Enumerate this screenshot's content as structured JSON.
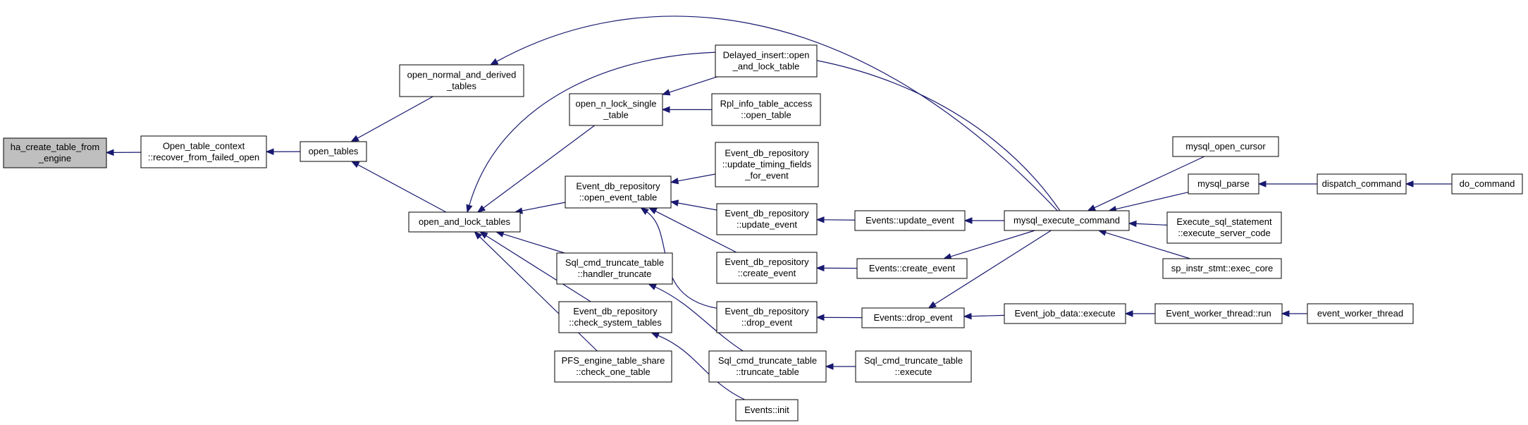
{
  "diagram": {
    "type": "call-graph",
    "nodes": [
      {
        "id": "n0",
        "lines": [
          "ha_create_table_from",
          "_engine"
        ],
        "root": true
      },
      {
        "id": "n1",
        "lines": [
          "Open_table_context",
          "::recover_from_failed_open"
        ]
      },
      {
        "id": "n2",
        "lines": [
          "open_tables"
        ]
      },
      {
        "id": "n3",
        "lines": [
          "open_normal_and_derived",
          "_tables"
        ]
      },
      {
        "id": "n4",
        "lines": [
          "open_and_lock_tables"
        ]
      },
      {
        "id": "n5",
        "lines": [
          "open_n_lock_single",
          "_table"
        ]
      },
      {
        "id": "n6",
        "lines": [
          "Event_db_repository",
          "::open_event_table"
        ]
      },
      {
        "id": "n7",
        "lines": [
          "Sql_cmd_truncate_table",
          "::handler_truncate"
        ]
      },
      {
        "id": "n8",
        "lines": [
          "Event_db_repository",
          "::check_system_tables"
        ]
      },
      {
        "id": "n9",
        "lines": [
          "PFS_engine_table_share",
          "::check_one_table"
        ]
      },
      {
        "id": "n10",
        "lines": [
          "Delayed_insert::open",
          "_and_lock_table"
        ]
      },
      {
        "id": "n11",
        "lines": [
          "Rpl_info_table_access",
          "::open_table"
        ]
      },
      {
        "id": "n12",
        "lines": [
          "Event_db_repository",
          "::update_timing_fields",
          "_for_event"
        ]
      },
      {
        "id": "n13",
        "lines": [
          "Event_db_repository",
          "::update_event"
        ]
      },
      {
        "id": "n14",
        "lines": [
          "Event_db_repository",
          "::create_event"
        ]
      },
      {
        "id": "n15",
        "lines": [
          "Event_db_repository",
          "::drop_event"
        ]
      },
      {
        "id": "n16",
        "lines": [
          "Sql_cmd_truncate_table",
          "::truncate_table"
        ]
      },
      {
        "id": "n17",
        "lines": [
          "Events::init"
        ]
      },
      {
        "id": "n18",
        "lines": [
          "Events::update_event"
        ]
      },
      {
        "id": "n19",
        "lines": [
          "Events::create_event"
        ]
      },
      {
        "id": "n20",
        "lines": [
          "Events::drop_event"
        ]
      },
      {
        "id": "n21",
        "lines": [
          "Sql_cmd_truncate_table",
          "::execute"
        ]
      },
      {
        "id": "n22",
        "lines": [
          "mysql_execute_command"
        ]
      },
      {
        "id": "n23",
        "lines": [
          "Event_job_data::execute"
        ]
      },
      {
        "id": "n24",
        "lines": [
          "mysql_open_cursor"
        ]
      },
      {
        "id": "n25",
        "lines": [
          "mysql_parse"
        ]
      },
      {
        "id": "n26",
        "lines": [
          "Execute_sql_statement",
          "::execute_server_code"
        ]
      },
      {
        "id": "n27",
        "lines": [
          "sp_instr_stmt::exec_core"
        ]
      },
      {
        "id": "n28",
        "lines": [
          "Event_worker_thread::run"
        ]
      },
      {
        "id": "n29",
        "lines": [
          "dispatch_command"
        ]
      },
      {
        "id": "n30",
        "lines": [
          "event_worker_thread"
        ]
      },
      {
        "id": "n31",
        "lines": [
          "do_command"
        ]
      }
    ],
    "edges": [
      [
        "n1",
        "n0"
      ],
      [
        "n2",
        "n1"
      ],
      [
        "n3",
        "n2"
      ],
      [
        "n4",
        "n2"
      ],
      [
        "n22",
        "n3"
      ],
      [
        "n5",
        "n4"
      ],
      [
        "n6",
        "n4"
      ],
      [
        "n7",
        "n4"
      ],
      [
        "n8",
        "n4"
      ],
      [
        "n9",
        "n4"
      ],
      [
        "n22",
        "n4"
      ],
      [
        "n10",
        "n5"
      ],
      [
        "n11",
        "n5"
      ],
      [
        "n12",
        "n6"
      ],
      [
        "n13",
        "n6"
      ],
      [
        "n14",
        "n6"
      ],
      [
        "n15",
        "n6"
      ],
      [
        "n16",
        "n7"
      ],
      [
        "n17",
        "n8"
      ],
      [
        "n18",
        "n13"
      ],
      [
        "n19",
        "n14"
      ],
      [
        "n20",
        "n15"
      ],
      [
        "n21",
        "n16"
      ],
      [
        "n22",
        "n18"
      ],
      [
        "n22",
        "n19"
      ],
      [
        "n22",
        "n20"
      ],
      [
        "n23",
        "n20"
      ],
      [
        "n24",
        "n22"
      ],
      [
        "n25",
        "n22"
      ],
      [
        "n26",
        "n22"
      ],
      [
        "n27",
        "n22"
      ],
      [
        "n29",
        "n25"
      ],
      [
        "n28",
        "n23"
      ],
      [
        "n30",
        "n28"
      ],
      [
        "n31",
        "n29"
      ]
    ]
  }
}
